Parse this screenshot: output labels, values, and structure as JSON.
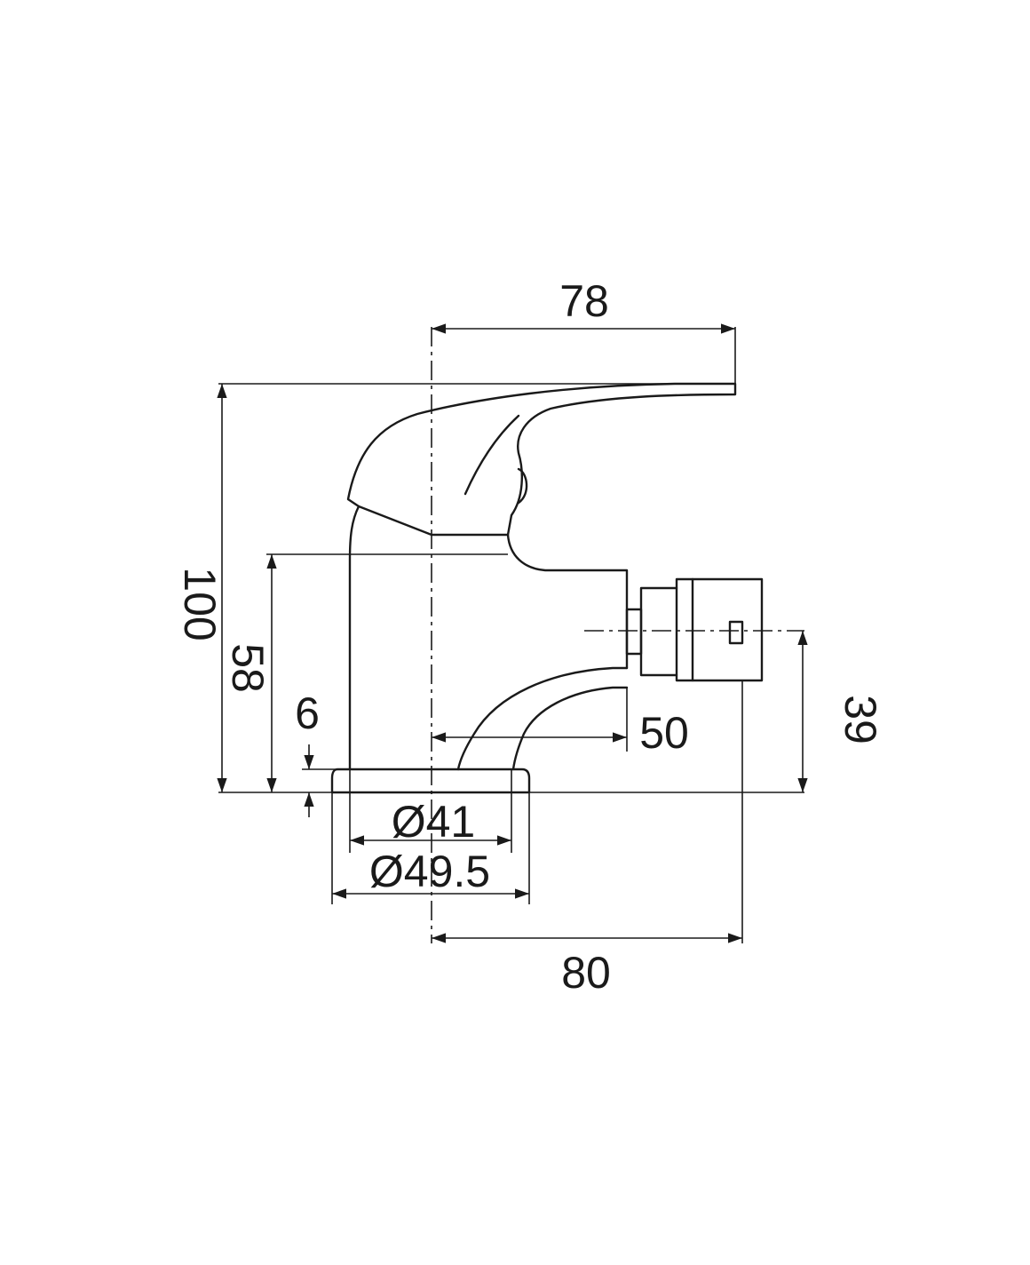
{
  "dimensions": {
    "top_width": "78",
    "total_height": "100",
    "body_height": "58",
    "base_thickness": "6",
    "spout_reach": "50",
    "inlet_height": "39",
    "inner_diameter": "Ø41",
    "outer_diameter": "Ø49.5",
    "overall_depth": "80"
  },
  "colors": {
    "line": "#1a1a1a",
    "background": "#ffffff"
  }
}
